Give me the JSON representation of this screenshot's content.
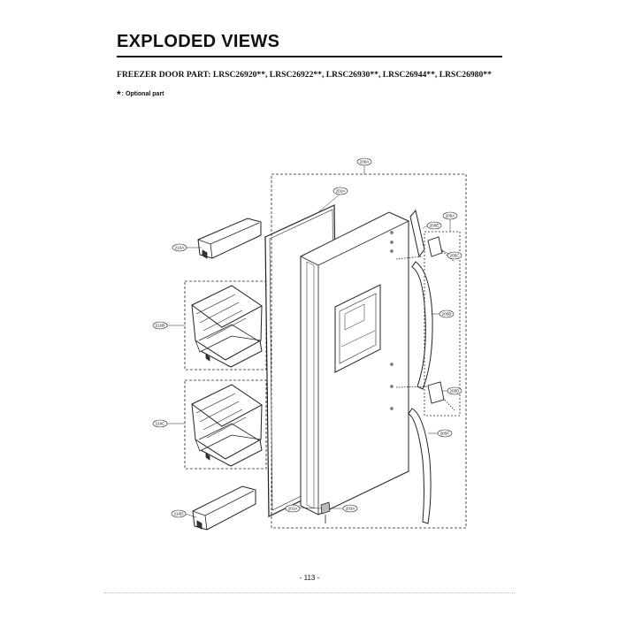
{
  "header": {
    "title": "EXPLODED VIEWS",
    "subtitle": "FREEZER DOOR PART: LRSC26920**, LRSC26922**, LRSC26930**, LRSC26944**, LRSC26980**",
    "note_star": "*",
    "note_text": ": Optional part"
  },
  "callouts": {
    "c200A_top": "200A",
    "c202A": "202A",
    "c200E": "200E",
    "c205A": "205A",
    "c205C": "205C",
    "c210A": "210A",
    "c210B": "210B",
    "c205B": "205B",
    "c205D": "205D",
    "c210C": "210C",
    "c205F": "205F",
    "c210D": "210D",
    "c201A": "201A",
    "c203A": "203A"
  },
  "footer": {
    "page_number": "- 113 -"
  }
}
